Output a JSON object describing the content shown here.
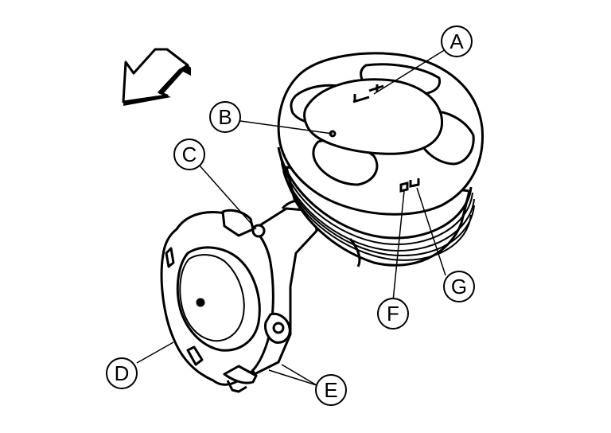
{
  "callouts": [
    {
      "id": "A",
      "label": "A"
    },
    {
      "id": "B",
      "label": "B"
    },
    {
      "id": "C",
      "label": "C"
    },
    {
      "id": "D",
      "label": "D"
    },
    {
      "id": "E",
      "label": "E"
    },
    {
      "id": "F",
      "label": "F"
    },
    {
      "id": "G",
      "label": "G"
    }
  ],
  "colors": {
    "line": "#000000",
    "background": "#ffffff"
  }
}
